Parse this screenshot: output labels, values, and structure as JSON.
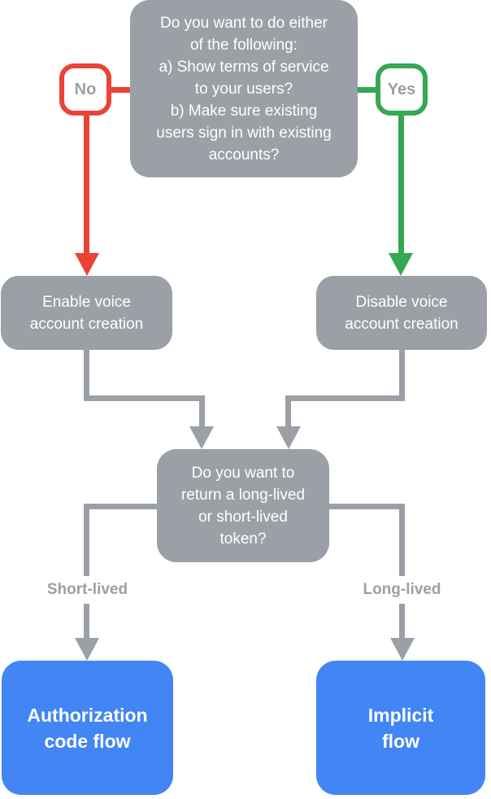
{
  "colors": {
    "node_gray": "#9AA0A6",
    "no_red": "#EA4335",
    "yes_green": "#34A853",
    "result_blue": "#4285F4",
    "node_text": "#FFFFFF",
    "background": "#FFFFFF"
  },
  "flowchart": {
    "top_question": {
      "lines": [
        "Do you want to do either",
        "of the following:",
        "a) Show terms of service",
        "to your users?",
        "b) Make sure existing",
        "users sign in with existing",
        "accounts?"
      ]
    },
    "no_badge": {
      "label": "No"
    },
    "yes_badge": {
      "label": "Yes"
    },
    "enable_node": {
      "lines": [
        "Enable voice",
        "account creation"
      ]
    },
    "disable_node": {
      "lines": [
        "Disable voice",
        "account creation"
      ]
    },
    "token_question": {
      "lines": [
        "Do you want to",
        "return a long-lived",
        "or short-lived",
        "token?"
      ]
    },
    "short_lived_label": "Short-lived",
    "long_lived_label": "Long-lived",
    "auth_code_node": {
      "lines": [
        "Authorization",
        "code flow"
      ]
    },
    "implicit_node": {
      "lines": [
        "Implicit",
        "flow"
      ]
    }
  }
}
